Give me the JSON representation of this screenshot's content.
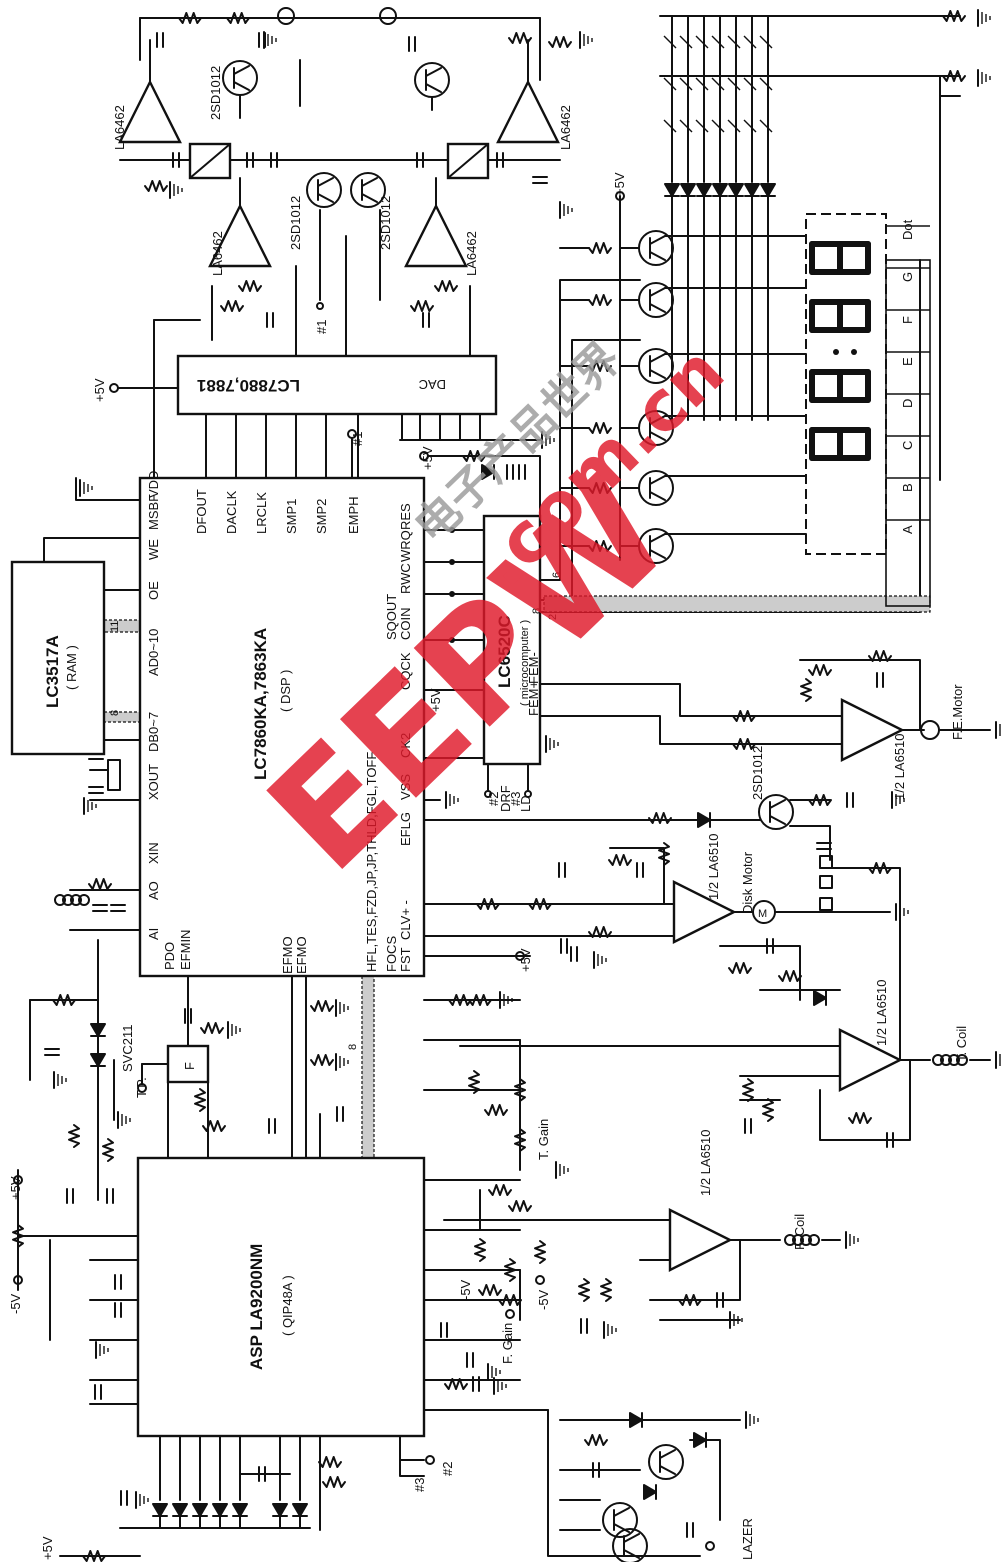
{
  "chips": {
    "ram_name": "LC3517A",
    "ram_sub": "( RAM )",
    "dsp_name": "LC7860KA,7863KA",
    "dsp_sub": "( DSP )",
    "dac_name": "LC7880,7881",
    "dac_tag": "DAC",
    "micro_name": "LC6520C",
    "micro_sub": "( microcomputer )",
    "asp_name": "ASP  LA9200NM",
    "asp_sub": "( QIP48A )"
  },
  "dsp_pins": {
    "we": "WE",
    "msbf": "MSBF",
    "vdd": "VDD",
    "oe": "OE",
    "ad": "AD0~10",
    "db": "DB0~7",
    "xout": "XOUT",
    "xin": "XIN",
    "ao": "AO",
    "ai": "AI",
    "pdo": "PDO",
    "efmin": "EFMIN",
    "dfout": "DFOUT",
    "daclk": "DACLK",
    "lrclk": "LRCLK",
    "smp1": "SMP1",
    "smp2": "SMP2",
    "emph": "EMPH",
    "res": "RES",
    "wrq": "WRQ",
    "rwc": "RWC",
    "sqout": "SQOUT",
    "coin": "COIN",
    "cqck": "CQCK",
    "ck2": "CK2",
    "vss": "VSS",
    "eflg": "EFLG",
    "hfl_group": "HFL,TES,FZD,JP,JP,THLD,FGL,TOFF",
    "clv": "CLV+ -",
    "focs": "FOCS",
    "fst": "FST",
    "efmo": "EFMO",
    "efmo_bar": "EFMO"
  },
  "micro_pins": {
    "fem_minus": "FEM-",
    "fem_plus": "FEM+",
    "drf": "DRF",
    "ld": "LD"
  },
  "bus_widths": {
    "ad": "11",
    "db": "8",
    "dsp_asp": "8",
    "seg_a": "6",
    "seg_b": "8",
    "seg_c": "2"
  },
  "semis": {
    "la6462": "LA6462",
    "q_2sd1012": "2SD1012",
    "svc211": "SVC211",
    "la6510_half": "1/2 LA6510",
    "q_2sd1012_b": "2SD1012"
  },
  "labels": {
    "plus5v": "+5V",
    "minus5v": "-5V",
    "tp": "T.P.",
    "t_gain": "T. Gain",
    "f_gain": "F. Gain",
    "f_coil": "F. Coil",
    "t_coil": "T. Coil",
    "disk_motor": "Disk Motor",
    "fe_motor": "F.E.Motor",
    "lazer": "LAZER",
    "f_block": "F",
    "n1": "#1",
    "n2": "#2",
    "n3": "#3"
  },
  "display": {
    "segments": [
      "A",
      "B",
      "C",
      "D",
      "E",
      "F",
      "G",
      "Dot"
    ]
  },
  "watermark": {
    "main": "EEPW",
    "domain": ".com.cn",
    "cn": "电子产品世界"
  },
  "colors": {
    "ink": "#111111",
    "paper": "#ffffff",
    "watermark_red": "#e0192a",
    "watermark_gray": "#9a9a9a"
  }
}
